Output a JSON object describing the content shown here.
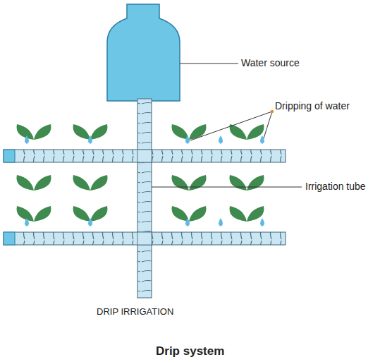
{
  "diagram": {
    "caption": "Drip system",
    "labels": [
      "Water source",
      "Dripping of water",
      "Irrigation tube",
      "DRIP IRRIGATION"
    ]
  }
}
